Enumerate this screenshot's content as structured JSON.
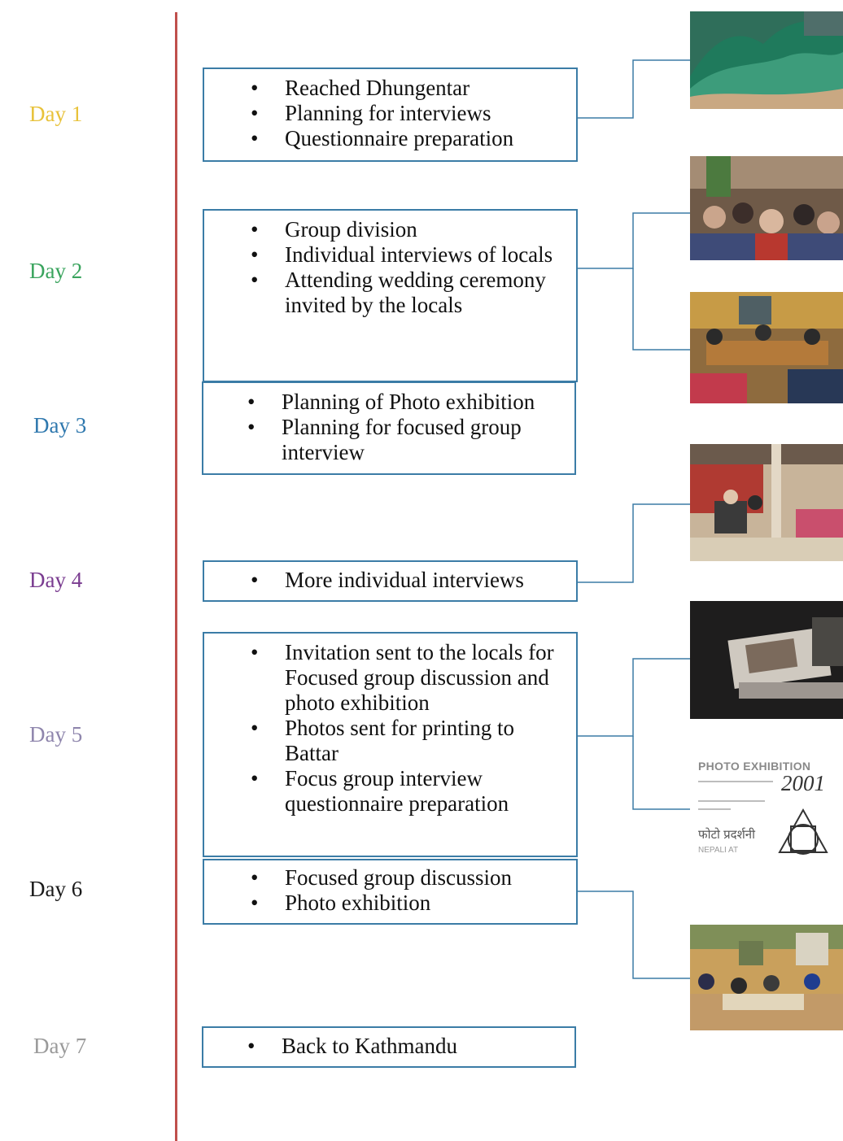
{
  "days": [
    {
      "label": "Day 1",
      "color": "#e8c23a"
    },
    {
      "label": "Day 2",
      "color": "#3aa45e"
    },
    {
      "label": "Day 3",
      "color": "#2f78ae"
    },
    {
      "label": "Day 4",
      "color": "#7a3c90"
    },
    {
      "label": "Day 5",
      "color": "#8f86ad"
    },
    {
      "label": "Day 6",
      "color": "#1a1a1a"
    },
    {
      "label": "Day 7",
      "color": "#9a9a9a"
    }
  ],
  "activities": [
    {
      "items": [
        "Reached Dhungentar",
        "Planning for interviews",
        "Questionnaire preparation"
      ]
    },
    {
      "items": [
        "Group division",
        "Individual interviews of locals",
        "Attending wedding ceremony",
        "invited by the locals"
      ]
    },
    {
      "items": [
        "Planning of Photo exhibition",
        "Planning for focused group",
        "interview"
      ]
    },
    {
      "items": [
        "More individual interviews"
      ]
    },
    {
      "items": [
        "Invitation sent to the locals for",
        "Focused group discussion and",
        "photo exhibition",
        "Photos sent for printing to",
        "Battar",
        "Focus group interview",
        "questionnaire preparation"
      ]
    },
    {
      "items": [
        "Focused group discussion",
        "Photo exhibition"
      ]
    },
    {
      "items": [
        "Back to Kathmandu"
      ]
    }
  ],
  "bullet_char": "•",
  "exhibition_card": {
    "title": "PHOTO EXHIBITION",
    "year": "2001",
    "nepali_text": "फोटो प्रदर्शनी",
    "brand": "NEPALI AT"
  },
  "colors": {
    "timeline": "#c0504d",
    "box_border": "#3b7ca6",
    "connector": "#3b7ca6"
  }
}
